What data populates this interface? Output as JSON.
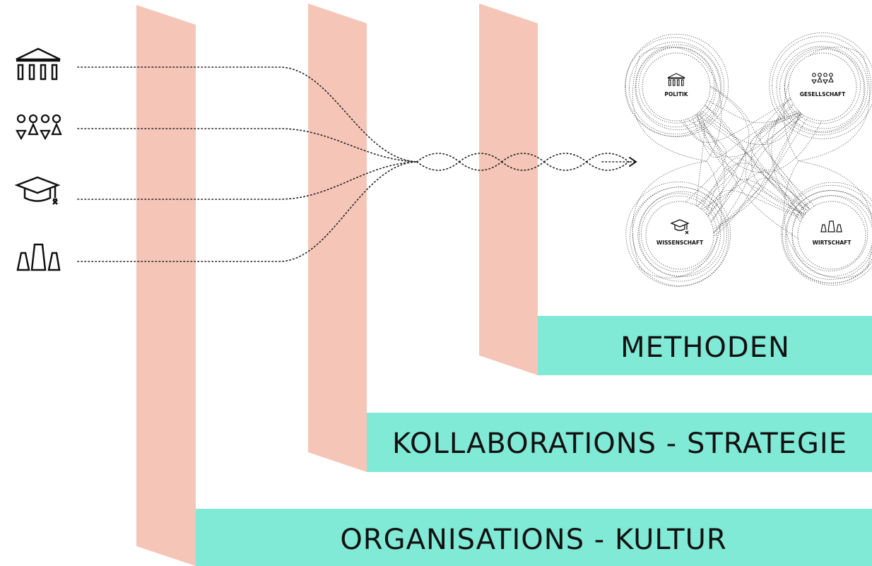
{
  "layers": [
    {
      "key": "methods",
      "label": "METHODEN"
    },
    {
      "key": "strategy",
      "label": "KOLLABORATIONS - STRATEGIE"
    },
    {
      "key": "culture",
      "label": "ORGANISATIONS - KULTUR"
    }
  ],
  "sectors": [
    {
      "key": "politics",
      "label": "POLITIK",
      "icon": "institution-icon"
    },
    {
      "key": "society",
      "label": "GESELLSCHAFT",
      "icon": "people-icon"
    },
    {
      "key": "science",
      "label": "WISSENSCHAFT",
      "icon": "graduation-cap-icon"
    },
    {
      "key": "economy",
      "label": "WIRTSCHAFT",
      "icon": "industry-icon"
    }
  ],
  "colors": {
    "panel": "#f5c6b8",
    "band": "#80ead6",
    "ink": "#111111"
  }
}
